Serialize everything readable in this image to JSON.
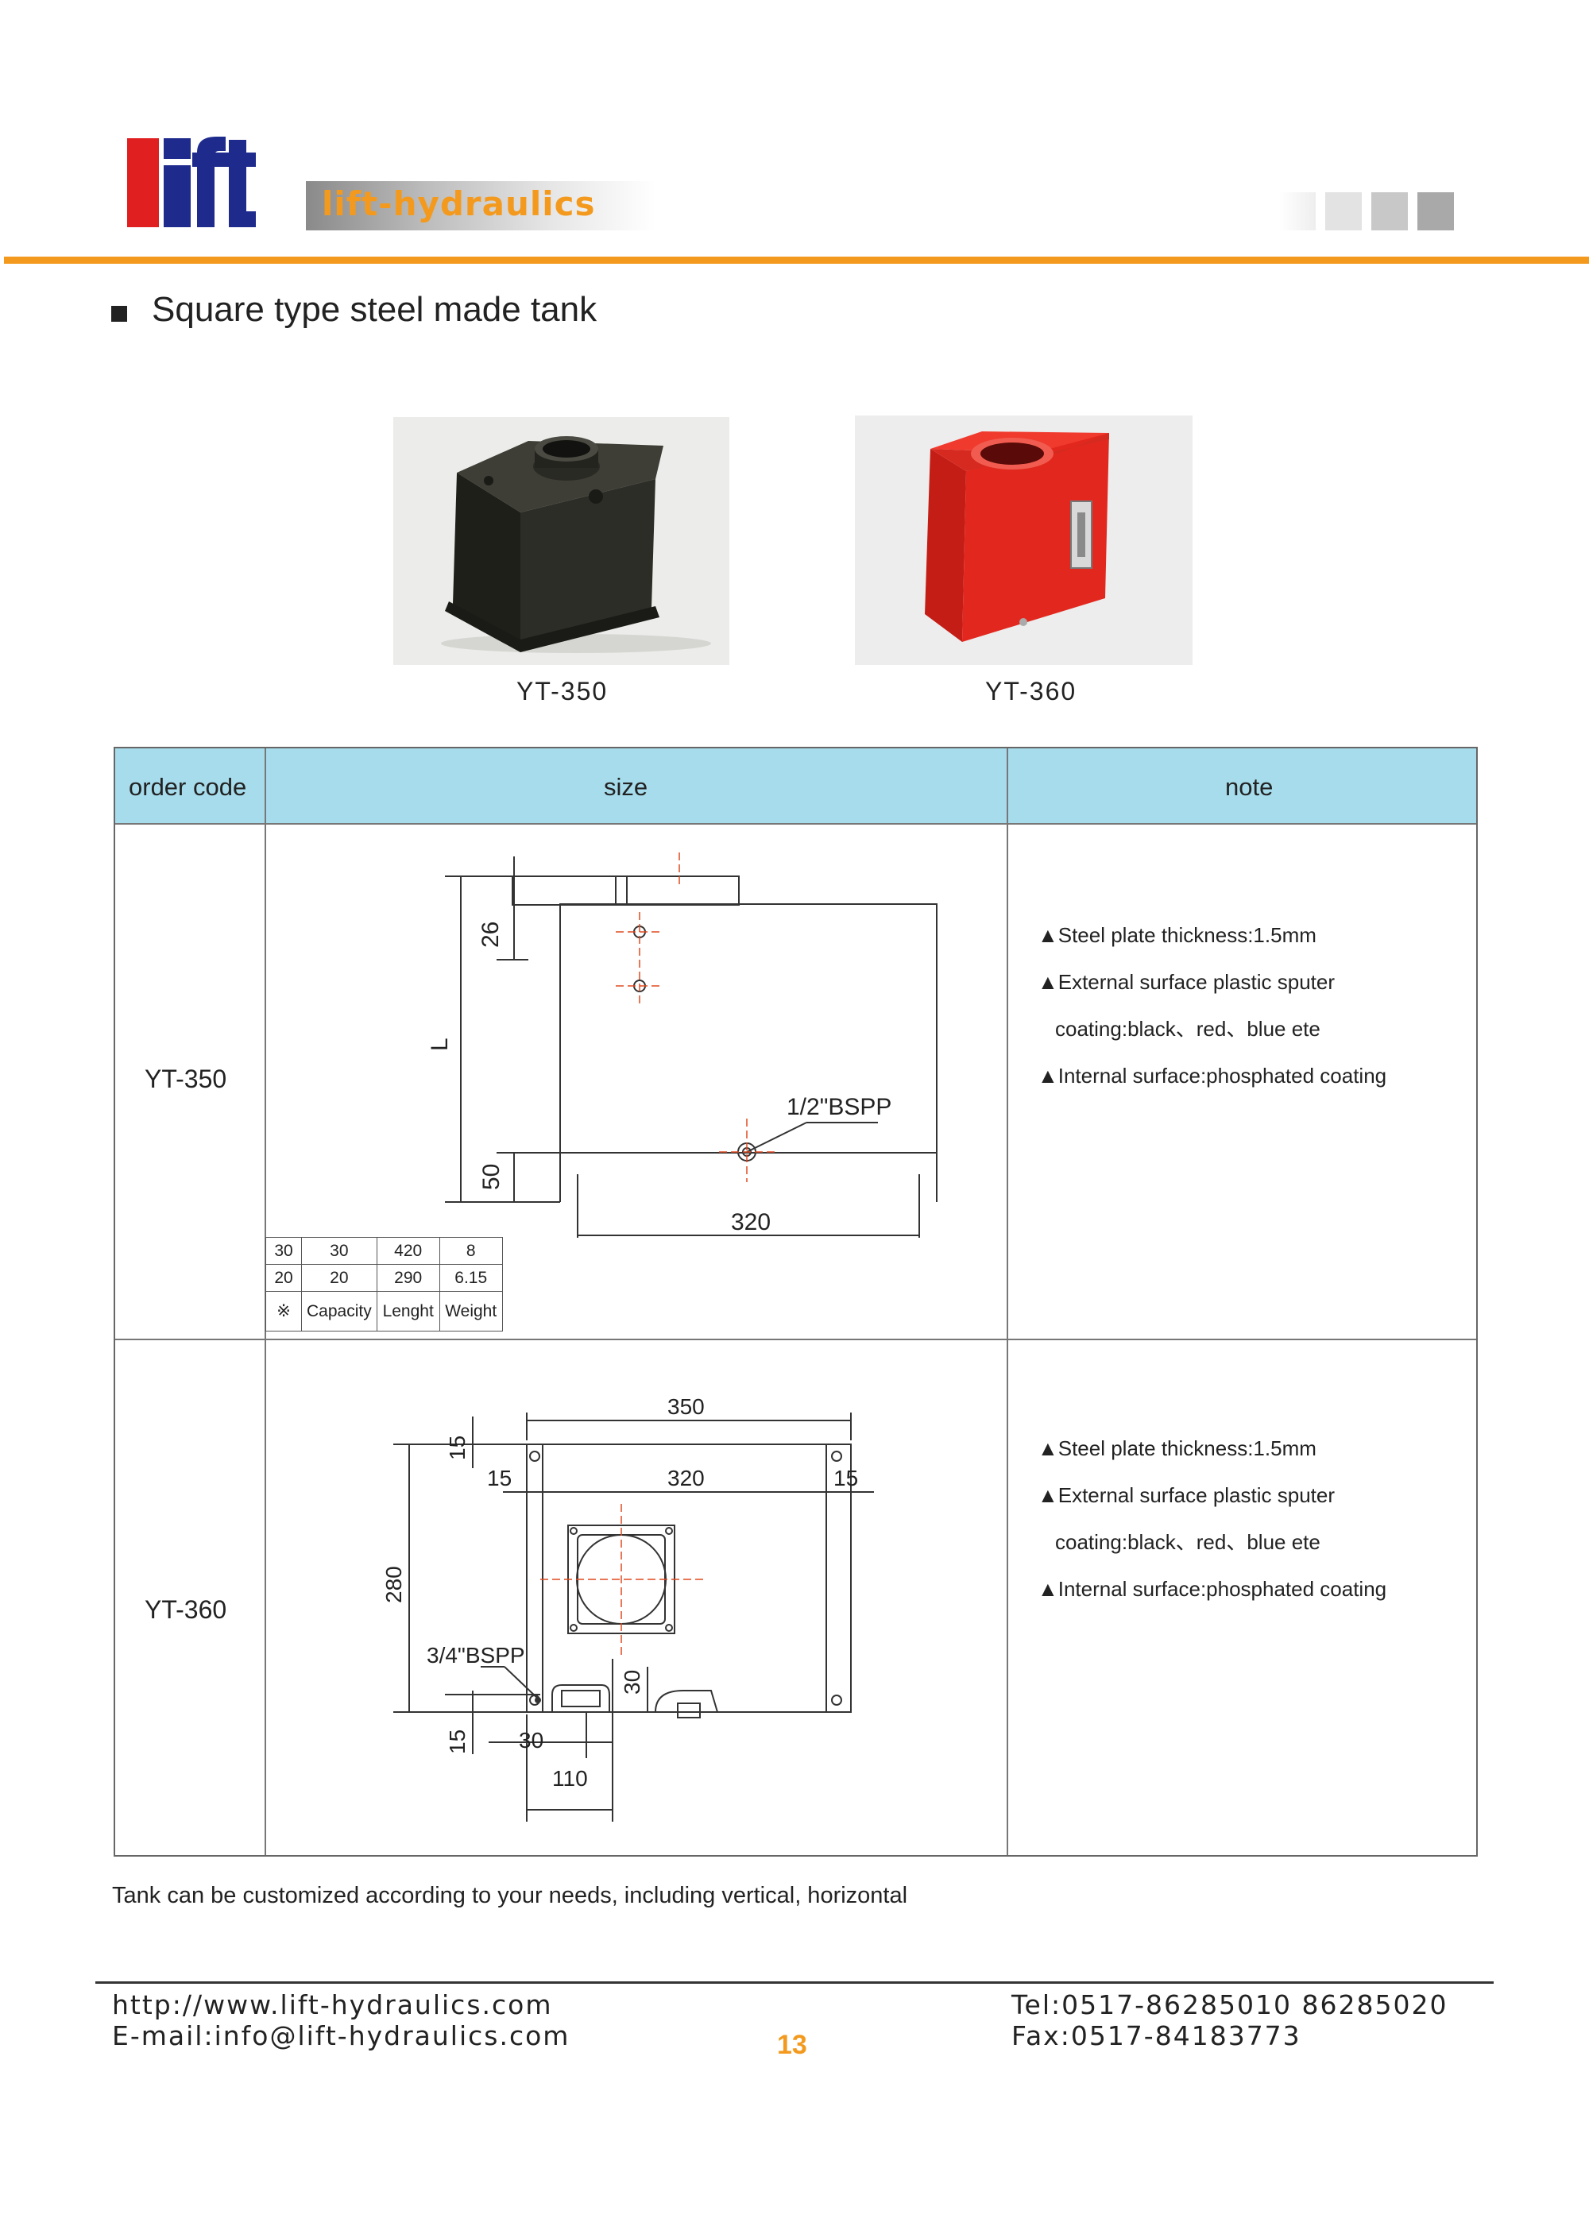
{
  "header": {
    "logo_text": "lift",
    "brand_name": "lift-hydraulics",
    "accent_color": "#f39a1e",
    "logo_colors": {
      "l": "#e02020",
      "ift": "#1e2a8c"
    }
  },
  "section": {
    "title": "Square type steel made tank"
  },
  "products": [
    {
      "model": "YT-350",
      "photo_icon": "black-square-tank-photo",
      "color": "#2a2a24"
    },
    {
      "model": "YT-360",
      "photo_icon": "red-square-tank-photo",
      "color": "#e2281e"
    }
  ],
  "table": {
    "header_color": "#a6dcec",
    "headers": {
      "order_code": "order  code",
      "size": "size",
      "note": "note"
    },
    "rows": [
      {
        "order_code": "YT-350",
        "notes": [
          "▲Steel plate thickness:1.5mm",
          "▲External surface plastic sputer",
          "coating:black、red、blue ete",
          "▲Internal surface:phosphated coating"
        ],
        "drawing": {
          "dims": {
            "top": "26",
            "length": "L",
            "bottom": "50",
            "width": "320",
            "port": "1/2\"BSPP"
          }
        },
        "spec_table": {
          "rows": [
            [
              "30",
              "30",
              "420",
              "8"
            ],
            [
              "20",
              "20",
              "290",
              "6.15"
            ]
          ],
          "header": [
            "※",
            "Capacity",
            "Lenght",
            "Weight"
          ]
        }
      },
      {
        "order_code": "YT-360",
        "notes": [
          "▲Steel plate thickness:1.5mm",
          "▲External surface plastic sputer",
          "coating:black、red、blue ete",
          "▲Internal surface:phosphated coating"
        ],
        "drawing": {
          "dims": {
            "outer_width": "350",
            "inner_width": "320",
            "height": "280",
            "top_offset": "15",
            "left_offset": "15",
            "right_offset": "15",
            "bottom_offset": "15",
            "port_offset": "30",
            "port_x": "30",
            "port_distance": "110",
            "port": "3/4\"BSPP"
          }
        }
      }
    ]
  },
  "footer": {
    "custom_note": "Tank can be customized according to your needs, including vertical, horizontal",
    "website": "http://www.lift-hydraulics.com",
    "email": "E-mail:info@lift-hydraulics.com",
    "tel": "Tel:0517-86285010  86285020",
    "fax": "Fax:0517-84183773",
    "page_number": "13"
  }
}
